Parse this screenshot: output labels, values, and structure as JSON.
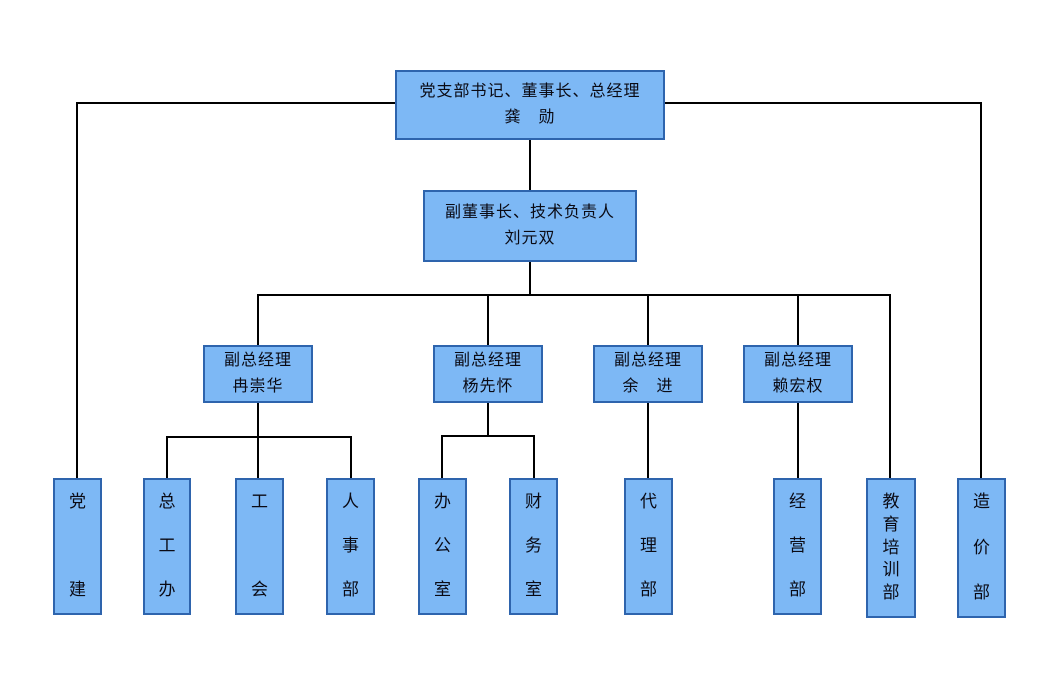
{
  "colors": {
    "box_fill": "#7db8f5",
    "box_border": "#2e64ad",
    "line": "#000000",
    "text": "#0a0a14",
    "background": "#ffffff"
  },
  "org_chart": {
    "root": {
      "title": "党支部书记、董事长、总经理",
      "name": "龚　勋"
    },
    "level2": {
      "title": "副董事长、技术负责人",
      "name": "刘元双"
    },
    "deputies": [
      {
        "title": "副总经理",
        "name": "冉崇华"
      },
      {
        "title": "副总经理",
        "name": "杨先怀"
      },
      {
        "title": "副总经理",
        "name": "余　进"
      },
      {
        "title": "副总经理",
        "name": "赖宏权"
      }
    ],
    "departments": [
      {
        "label": "党建"
      },
      {
        "label": "总工办"
      },
      {
        "label": "工会"
      },
      {
        "label": "人事部"
      },
      {
        "label": "办公室"
      },
      {
        "label": "财务室"
      },
      {
        "label": "代理部"
      },
      {
        "label": "经营部"
      },
      {
        "label": "教育培训部"
      },
      {
        "label": "造价部"
      }
    ],
    "hierarchy": {
      "龚　勋": [
        "党建",
        "刘元双",
        "造价部"
      ],
      "刘元双": [
        "冉崇华",
        "杨先怀",
        "余　进",
        "赖宏权",
        "教育培训部"
      ],
      "冉崇华": [
        "总工办",
        "工会",
        "人事部"
      ],
      "杨先怀": [
        "办公室",
        "财务室"
      ],
      "余　进": [
        "代理部"
      ],
      "赖宏权": [
        "经营部"
      ]
    }
  }
}
